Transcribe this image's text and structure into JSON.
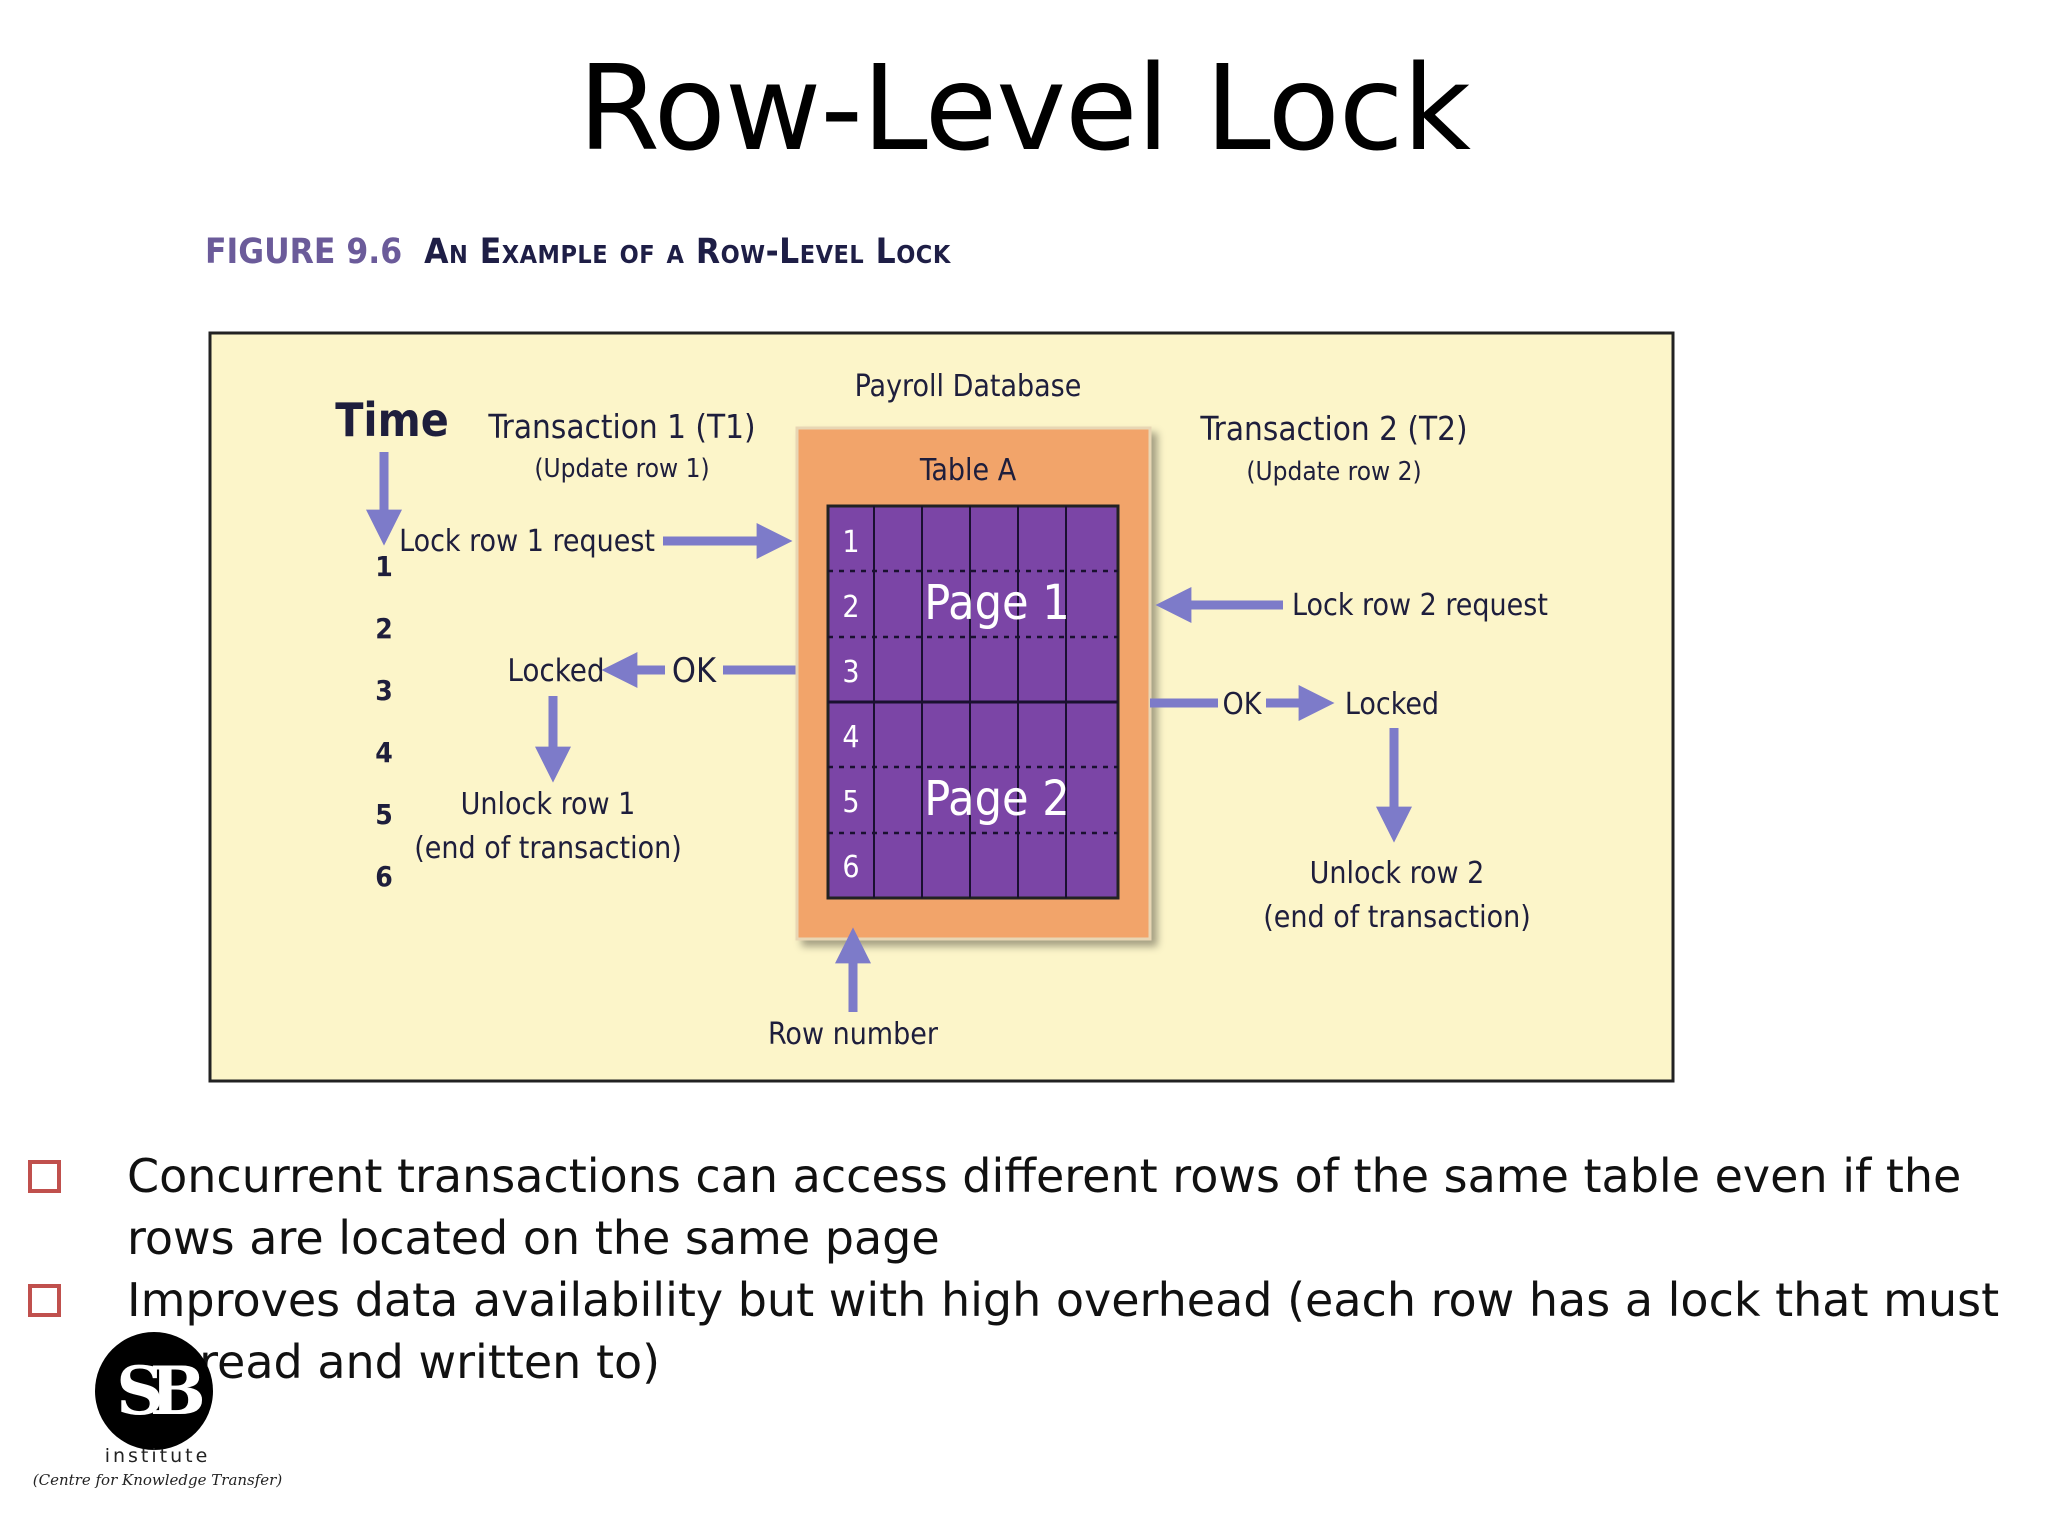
{
  "title": "Row-Level Lock",
  "figure": {
    "number": "FIGURE 9.6",
    "caption": "An Example of a Row-Level Lock"
  },
  "diagram": {
    "time_label": "Time",
    "time_ticks": [
      "1",
      "2",
      "3",
      "4",
      "5",
      "6"
    ],
    "database_label": "Payroll Database",
    "table_label": "Table A",
    "row_numbers": [
      "1",
      "2",
      "3",
      "4",
      "5",
      "6"
    ],
    "pages": [
      "Page 1",
      "Page 2"
    ],
    "row_number_label": "Row number",
    "t1": {
      "title": "Transaction 1 (T1)",
      "subtitle": "(Update row 1)",
      "request": "Lock row 1 request",
      "ok": "OK",
      "locked": "Locked",
      "unlock": "Unlock row 1",
      "unlock_note": "(end of transaction)"
    },
    "t2": {
      "title": "Transaction 2 (T2)",
      "subtitle": "(Update row 2)",
      "request": "Lock row 2 request",
      "ok": "OK",
      "locked": "Locked",
      "unlock": "Unlock row 2",
      "unlock_note": "(end of transaction)"
    }
  },
  "bullets": [
    {
      "line1": "Concurrent transactions can access different rows of the same table even if the",
      "line2": "rows are located on the same page"
    },
    {
      "line1": "Improves data availability but with high overhead (each row has a lock that must",
      "line2": "be read and written to)"
    }
  ],
  "logo": {
    "mark": "SB",
    "name": "institute",
    "tagline": "(Centre for Knowledge Transfer)"
  },
  "colors": {
    "panel_bg": "#fcf5c9",
    "table_outer": "#f2a46b",
    "grid_purple": "#7b45a6",
    "arrow": "#7d7bc9",
    "bullet_box": "#c0504d"
  }
}
